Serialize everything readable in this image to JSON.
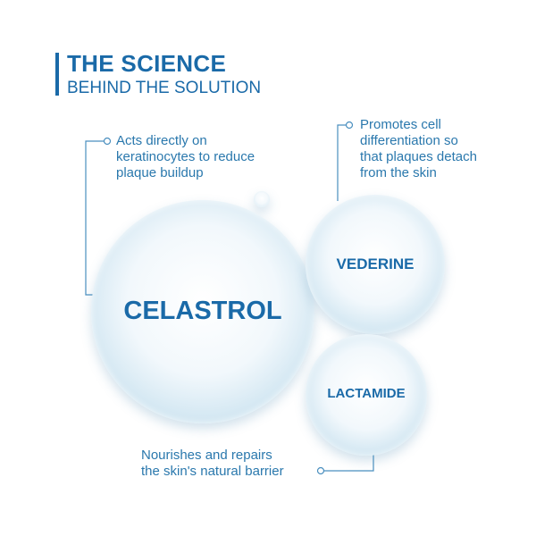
{
  "header": {
    "title": "THE SCIENCE",
    "subtitle": "BEHIND THE SOLUTION"
  },
  "ingredients": [
    {
      "name": "CELASTROL",
      "description": [
        "Acts directly on",
        "keratinocytes to reduce",
        "plaque buildup"
      ]
    },
    {
      "name": "VEDERINE",
      "description": [
        "Promotes cell",
        "differentiation so",
        "that plaques detach",
        "from the skin"
      ]
    },
    {
      "name": "LACTAMIDE",
      "description": [
        "Nourishes and repairs",
        "the skin's natural barrier"
      ]
    }
  ],
  "colors": {
    "accent": "#1a6aa8"
  }
}
